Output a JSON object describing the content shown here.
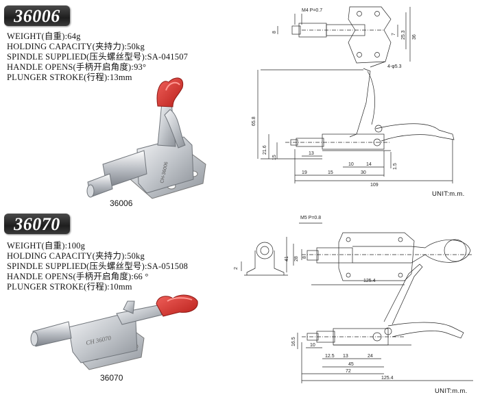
{
  "products": [
    {
      "model": "36006",
      "specs": [
        "WEIGHT(自重):64g",
        "HOLDING CAPACITY(夹持力):50kg",
        "SPINDLE SUPPLIED(压头螺丝型号):SA-041507",
        "HANDLE OPENS(手柄开启角度):93°",
        "PLUNGER STROKE(行程):13mm"
      ],
      "photo_caption": "36006",
      "photo_engraving": "CH-36006",
      "drawing": {
        "thread_label": "M4 P=0.7",
        "hole_label": "4-φ5.3",
        "dims": [
          "8",
          "7",
          "25.3",
          "36",
          "65.8",
          "21.6",
          "15",
          "13",
          "10",
          "14",
          "1.5",
          "19",
          "15",
          "30",
          "109"
        ]
      },
      "unit": "UNIT:m.m."
    },
    {
      "model": "36070",
      "specs": [
        "WEIGHT(自重):100g",
        "HOLDING CAPACITY(夹持力):50kg",
        "SPINDLE SUPPLIED(压头螺丝型号):SA-051508",
        "HANDLE OPENS(手柄开启角度):66 °",
        "PLUNGER STROKE(行程):10mm"
      ],
      "photo_caption": "36070",
      "photo_engraving": "CH 36070",
      "drawing": {
        "thread_label": "M5 P=0.8",
        "dims": [
          "2",
          "41",
          "28",
          "8",
          "125.4",
          "16.5",
          "10",
          "12.5",
          "13",
          "24",
          "45",
          "72",
          "125.4"
        ]
      },
      "unit": "UNIT:m.m."
    }
  ],
  "colors": {
    "badge": "#2b2b2b",
    "handle_grip": "#d9342b",
    "metal": "#c9ccd0"
  }
}
